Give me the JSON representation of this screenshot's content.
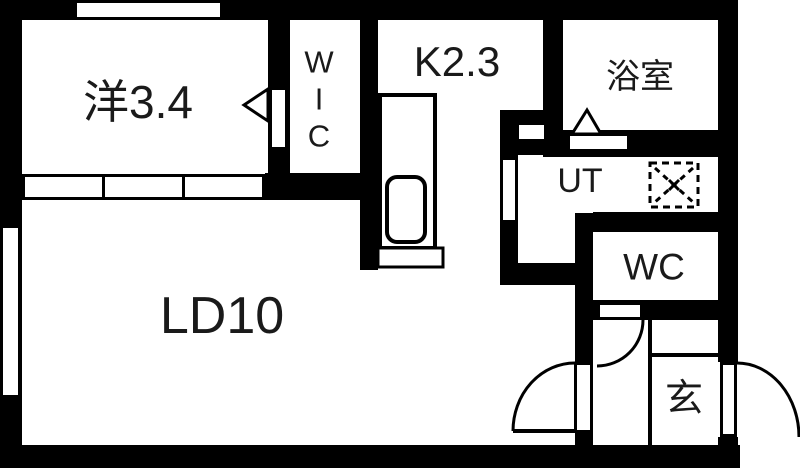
{
  "plan": {
    "type": "floor-plan",
    "rooms": {
      "western_room": {
        "label": "洋3.4"
      },
      "wic": {
        "label": "WIC"
      },
      "kitchen": {
        "label": "K2.3"
      },
      "bathroom": {
        "label": "浴室"
      },
      "utility": {
        "label": "UT"
      },
      "toilet": {
        "label": "WC"
      },
      "entrance": {
        "label": "玄"
      },
      "living_dining": {
        "label": "LD10"
      }
    },
    "colors": {
      "wall": "#000000",
      "floor": "#ffffff",
      "text": "#1a1a1a"
    },
    "symbols": [
      "window-top",
      "window-left",
      "sliding-door-3panel",
      "wic-door-arrow",
      "kitchen-counter",
      "kitchen-sink",
      "bath-door-triangle",
      "washing-machine-area",
      "wc-door-arc",
      "ld-door-arc",
      "entrance-door-arc"
    ]
  }
}
